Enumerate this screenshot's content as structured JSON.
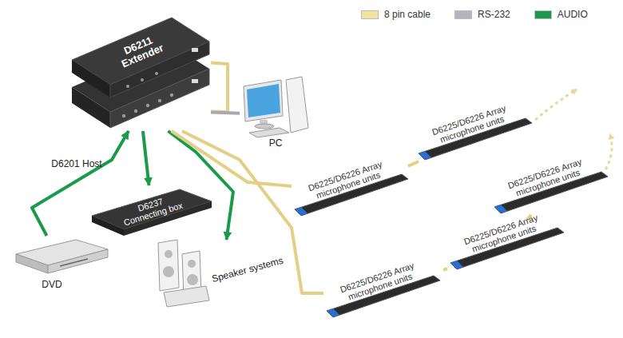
{
  "diagram": {
    "nodes": [
      {
        "text": [
          "D6211 Extender"
        ]
      },
      {
        "text": [
          "D6201 Host"
        ]
      },
      {
        "text": [
          "PC"
        ]
      },
      {
        "text": [
          "D6237 Connecting box"
        ]
      },
      {
        "text": [
          "DVD"
        ]
      },
      {
        "text": [
          "Speaker systems"
        ]
      },
      {
        "text": [
          "D6225/D6226 Array microphone units"
        ]
      },
      {
        "text": [
          "D6225/D6226 Array microphone units"
        ]
      },
      {
        "text": [
          "D6225/D6226 Array microphone units"
        ]
      },
      {
        "text": [
          "D6225/D6226 Array microphone units"
        ]
      },
      {
        "text": [
          "D6225/D6226 Array microphone units"
        ]
      }
    ],
    "edges": [
      {
        "from": 0,
        "to": 1,
        "arrow": "none"
      },
      {
        "from": 1,
        "to": 2,
        "arrow": "none"
      },
      {
        "from": 4,
        "to": 1,
        "arrow": "to"
      },
      {
        "from": 1,
        "to": 3,
        "arrow": "to"
      },
      {
        "from": 1,
        "to": 5,
        "arrow": "to"
      },
      {
        "from": 1,
        "to": 6,
        "arrow": "none"
      },
      {
        "from": 6,
        "to": 7,
        "arrow": "none"
      },
      {
        "from": 1,
        "to": 8,
        "arrow": "none"
      },
      {
        "from": 8,
        "to": 9,
        "arrow": "none"
      },
      {
        "from": 9,
        "to": 10,
        "arrow": "none"
      }
    ],
    "legend": [
      {
        "text": "8 pin cable",
        "color": "#f3e3a1"
      },
      {
        "text": "RS-232",
        "color": "#b4b4bc"
      },
      {
        "text": "AUDIO",
        "color": "#1b9a4b"
      }
    ]
  }
}
